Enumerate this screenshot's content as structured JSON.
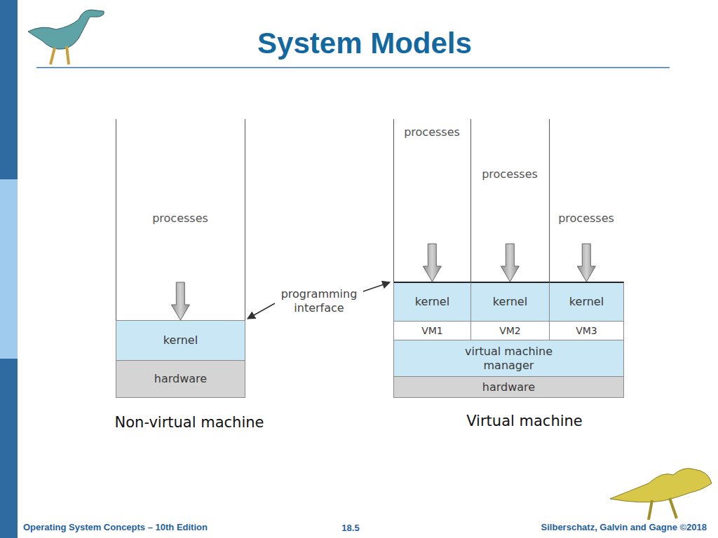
{
  "diagram": {
    "title": "System Models",
    "nodes": [
      {
        "text": [
          "processes"
        ]
      },
      {
        "text": [
          "kernel"
        ]
      },
      {
        "text": [
          "hardware"
        ]
      },
      {
        "text": [
          "processes"
        ]
      },
      {
        "text": [
          "processes"
        ]
      },
      {
        "text": [
          "processes"
        ]
      },
      {
        "text": [
          "kernel"
        ]
      },
      {
        "text": [
          "kernel"
        ]
      },
      {
        "text": [
          "kernel"
        ]
      },
      {
        "text": [
          "VM1"
        ]
      },
      {
        "text": [
          "VM2"
        ]
      },
      {
        "text": [
          "VM3"
        ]
      },
      {
        "text": [
          "virtual machine manager"
        ]
      },
      {
        "text": [
          "hardware"
        ]
      }
    ],
    "edges": [
      {
        "from": 0,
        "to": 1,
        "arrow": "to"
      },
      {
        "from": 3,
        "to": 6,
        "arrow": "to"
      },
      {
        "from": 4,
        "to": 7,
        "arrow": "to"
      },
      {
        "from": 5,
        "to": 8,
        "arrow": "to"
      }
    ],
    "labels": [
      "programming interface",
      "Non-virtual machine",
      "Virtual machine",
      "Operating System Concepts – 10th Edition",
      "18.5",
      "Silberschatz, Galvin and Gagne ©2018"
    ]
  }
}
